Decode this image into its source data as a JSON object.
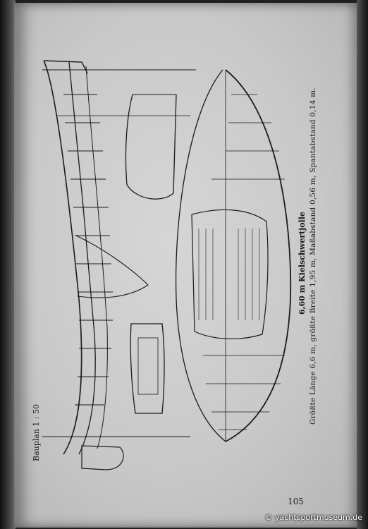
{
  "page": {
    "scale_label": "Bauplan 1 : 50",
    "title": "6,60 m Kielschwertjolle",
    "specs": "Größte Länge 6,6 m,   größte Breite 1,95 m,   Maßabstand 0,56 m,   Spantabstand 0,14 m.",
    "page_number": "105",
    "watermark": "© yachtsportmuseum.de"
  },
  "colors": {
    "paper": "#cfcfcf",
    "ink": "#1a1a1a",
    "background": "#1f1f1f"
  }
}
